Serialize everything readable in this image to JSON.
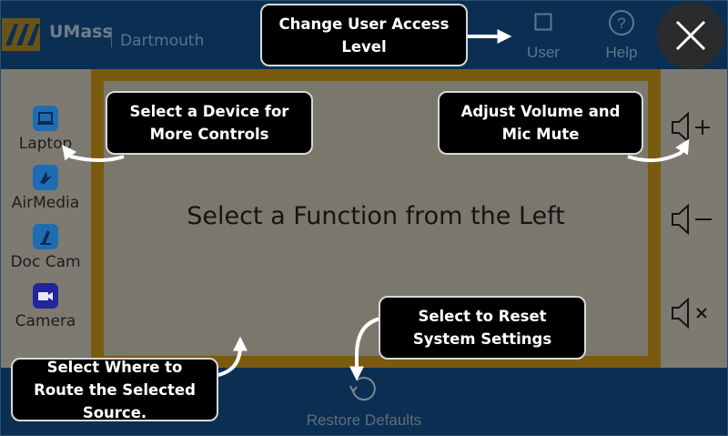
{
  "header": {
    "brand_primary": "UMass",
    "brand_secondary": "Dartmouth",
    "user_label": "User",
    "help_label": "Help"
  },
  "sidebar": {
    "items": [
      {
        "label": "Laptop",
        "icon": "laptop-icon",
        "color": "#1e6db3"
      },
      {
        "label": "AirMedia",
        "icon": "airmedia-icon",
        "color": "#1e6db3"
      },
      {
        "label": "Doc Cam",
        "icon": "doc-cam-icon",
        "color": "#1e6db3"
      },
      {
        "label": "Camera",
        "icon": "camera-icon",
        "color": "#23269a"
      }
    ]
  },
  "main": {
    "title": "Select a Function from the Left"
  },
  "volume": {
    "up_icon": "volume-up-icon",
    "down_icon": "volume-down-icon",
    "mute_icon": "mute-icon"
  },
  "footer": {
    "restore_label": "Restore Defaults"
  },
  "callouts": {
    "access_level": "Change User Access Level",
    "device": "Select a Device for More Controls",
    "volume": "Adjust Volume and Mic Mute",
    "reset": "Select to Reset System Settings",
    "route": "Select Where to Route the Selected Source."
  },
  "colors": {
    "header_bg": "#0a2f52",
    "frame_gold": "#7a5a0e",
    "callout_bg": "#000000"
  }
}
